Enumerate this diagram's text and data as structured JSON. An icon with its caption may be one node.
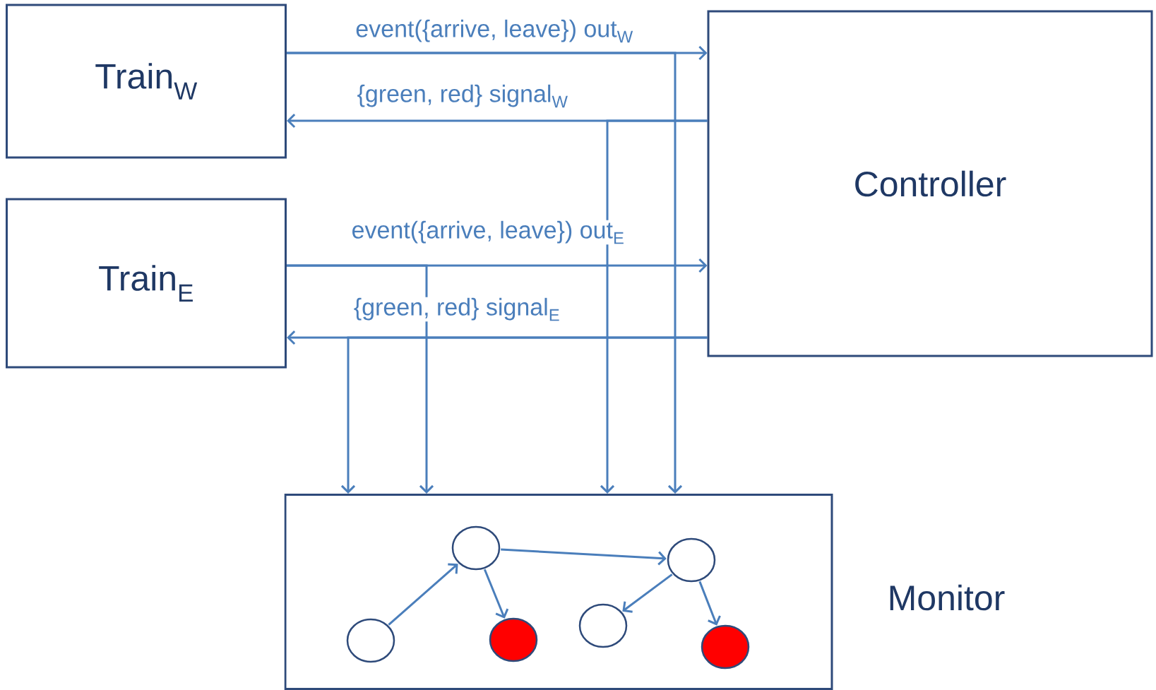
{
  "diagram": {
    "nodes": [
      {
        "text": [
          "Train$_{W}$"
        ]
      },
      {
        "text": [
          "Train$_{E}$"
        ]
      },
      {
        "text": [
          "Controller"
        ]
      },
      {
        "text": [
          "Monitor"
        ]
      },
      {
        "text": [],
        "shape": "circle",
        "in": 3
      },
      {
        "text": [],
        "shape": "circle",
        "in": 3
      },
      {
        "text": [],
        "shape": "circle",
        "in": 3
      },
      {
        "text": [],
        "shape": "circle",
        "in": 3
      },
      {
        "text": [],
        "shape": "circle",
        "in": 3
      },
      {
        "text": [],
        "shape": "circle",
        "in": 3
      }
    ],
    "edges": [
      {
        "from": 0,
        "to": 2,
        "arrow": "to",
        "label": "event({arrive, leave}) out$_{W}$"
      },
      {
        "from": 2,
        "to": 0,
        "arrow": "to",
        "label": "{green, red} signal$_{W}$"
      },
      {
        "from": 1,
        "to": 2,
        "arrow": "to",
        "label": "event({arrive, leave}) out$_{E}$"
      },
      {
        "from": 2,
        "to": 1,
        "arrow": "to",
        "label": "{green, red} signal$_{E}$"
      },
      {
        "from": 0,
        "to": 3,
        "arrow": "to"
      },
      {
        "from": 2,
        "to": 3,
        "arrow": "to"
      },
      {
        "from": 1,
        "to": 3,
        "arrow": "to"
      },
      {
        "from": 2,
        "to": 3,
        "arrow": "to"
      },
      {
        "from": 6,
        "to": 4,
        "arrow": "to"
      },
      {
        "from": 4,
        "to": 5,
        "arrow": "to"
      },
      {
        "from": 4,
        "to": 7,
        "arrow": "to"
      },
      {
        "from": 5,
        "to": 8,
        "arrow": "to"
      },
      {
        "from": 5,
        "to": 9,
        "arrow": "to"
      }
    ]
  }
}
